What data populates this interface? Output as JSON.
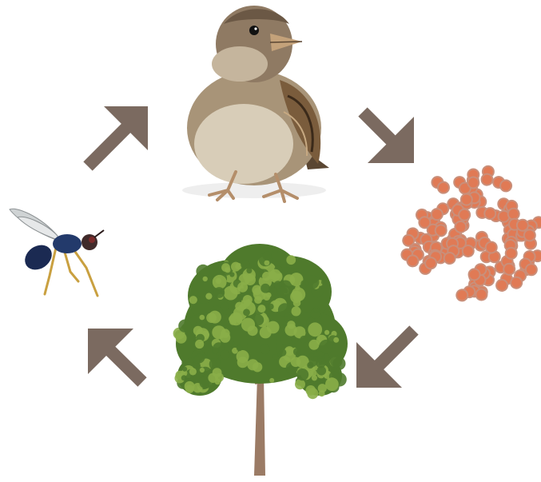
{
  "diagram": {
    "type": "cycle",
    "nodes": [
      {
        "id": "sparrow",
        "icon": "sparrow-icon",
        "depicts": "bird"
      },
      {
        "id": "bacteria",
        "icon": "bacteria-cluster-icon",
        "depicts": "microorganisms"
      },
      {
        "id": "tree",
        "icon": "tree-icon",
        "depicts": "tree"
      },
      {
        "id": "wasp",
        "icon": "wasp-icon",
        "depicts": "insect"
      }
    ],
    "edges": [
      {
        "from": "wasp",
        "to": "sparrow"
      },
      {
        "from": "sparrow",
        "to": "bacteria"
      },
      {
        "from": "bacteria",
        "to": "tree"
      },
      {
        "from": "tree",
        "to": "wasp"
      }
    ]
  },
  "colors": {
    "background": "#ffffff",
    "arrow": "#7b6a60",
    "bacteria_fill": "#e07a55",
    "bacteria_rim": "#c98f7a",
    "bird_body": "#a89478",
    "bird_belly": "#d8cdb8",
    "bird_dark": "#5a4632",
    "foliage_dark": "#4f7a2c",
    "foliage_light": "#8aae48",
    "trunk": "#9b7b65",
    "insect_body": "#1b2a52",
    "insect_leg": "#c9a040",
    "insect_wing": "#cfd3d4"
  }
}
